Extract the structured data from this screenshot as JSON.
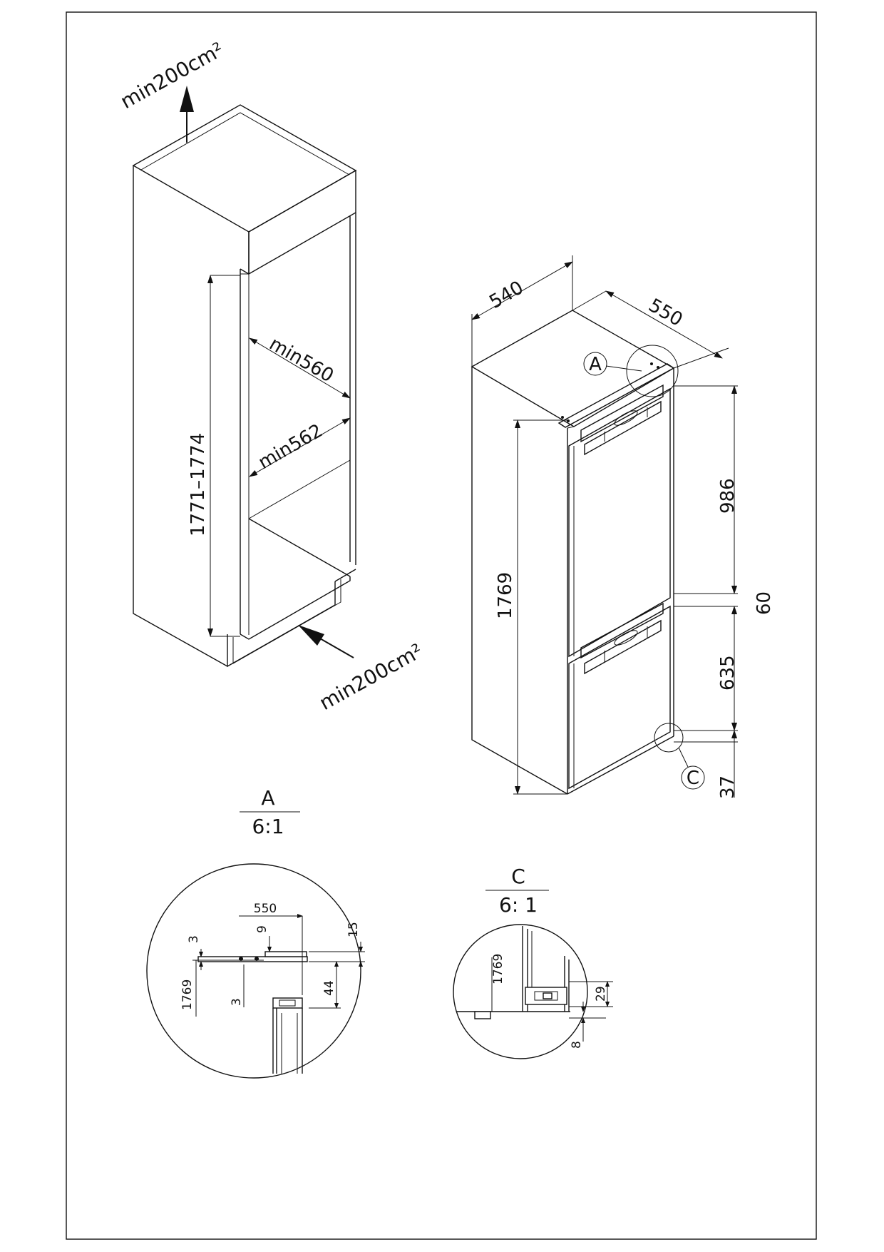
{
  "niche": {
    "vent_top": "min200cm²",
    "vent_bottom": "min200cm²",
    "height": "1771–1774",
    "depth": "min560",
    "width": "min562"
  },
  "appliance": {
    "depth": "540",
    "width": "550",
    "height": "1769",
    "upper_hinge": "986",
    "gap": "60",
    "lower_hinge": "635",
    "bottom": "37",
    "callout_a": "A",
    "callout_c": "C"
  },
  "detail_a": {
    "label": "A",
    "scale": "6:1",
    "dims": {
      "w550": "550",
      "d9": "9",
      "d15": "15",
      "d3a": "3",
      "d3b": "3",
      "d1769": "1769",
      "d44": "44"
    }
  },
  "detail_c": {
    "label": "C",
    "scale": "6: 1",
    "dims": {
      "d1769": "1769",
      "d29": "29",
      "d8": "8"
    }
  }
}
